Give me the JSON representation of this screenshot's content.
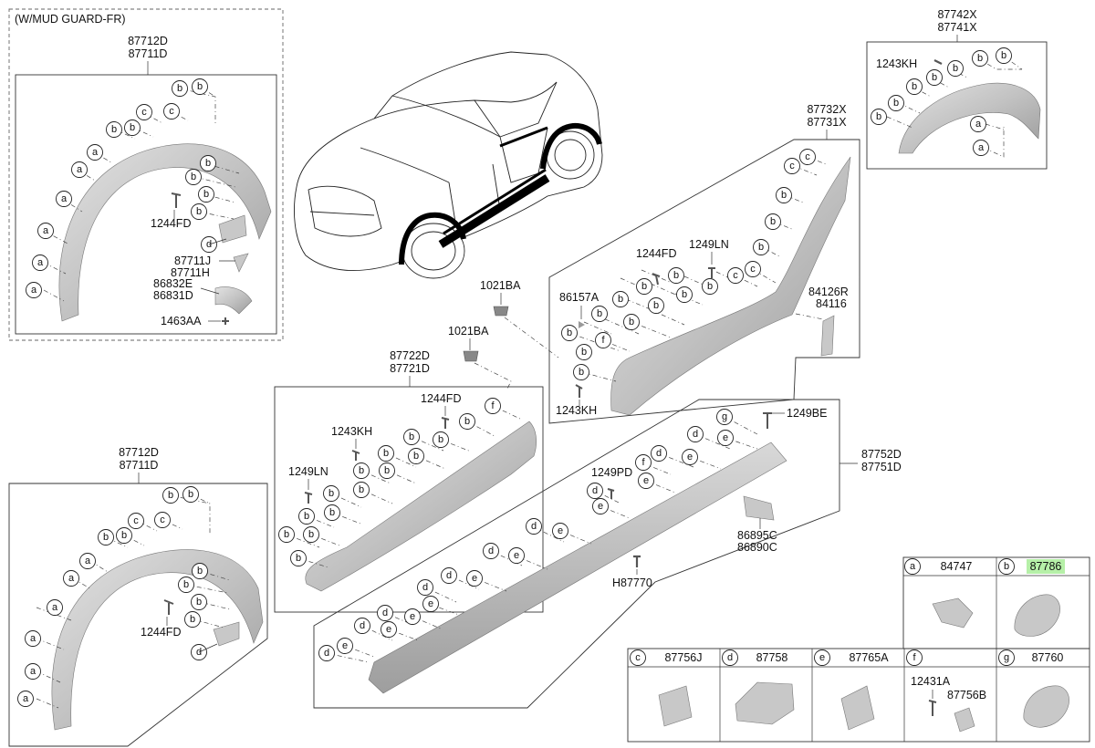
{
  "mud_guard_label": "(W/MUD GUARD-FR)",
  "parts": {
    "front_arch_top": [
      "87712D",
      "87711D"
    ],
    "front_arch_bottom": [
      "87712D",
      "87711D"
    ],
    "rear_arch": [
      "87742X",
      "87741X"
    ],
    "rear_door": [
      "87732X",
      "87731X"
    ],
    "front_door": [
      "87722D",
      "87721D"
    ],
    "side_sill": [
      "87752D",
      "87751D"
    ],
    "mud_guard_bracket": [
      "87711J",
      "87711H"
    ],
    "mud_guard": [
      "86832E",
      "86831D"
    ],
    "emblem_bracket": [
      "84126R",
      "84116"
    ],
    "sill_bracket": [
      "86895C",
      "86890C"
    ]
  },
  "fasteners": {
    "f1244fd_a": "1244FD",
    "f1244fd_b": "1244FD",
    "f1244fd_c": "1244FD",
    "f1244fd_d": "1244FD",
    "f1463aa": "1463AA",
    "f1243kh_a": "1243KH",
    "f1243kh_b": "1243KH",
    "f1243kh_c": "1243KH",
    "f1249ln_a": "1249LN",
    "f1249ln_b": "1249LN",
    "f1249pd": "1249PD",
    "f1249be": "1249BE",
    "f1021ba_a": "1021BA",
    "f1021ba_b": "1021BA",
    "f86157a": "86157A",
    "fh87770": "H87770"
  },
  "legend": [
    {
      "letter": "a",
      "part": "84747",
      "highlight": false
    },
    {
      "letter": "b",
      "part": "87786",
      "highlight": true
    },
    {
      "letter": "c",
      "part": "87756J",
      "highlight": false
    },
    {
      "letter": "d",
      "part": "87758",
      "highlight": false
    },
    {
      "letter": "e",
      "part": "87765A",
      "highlight": false
    },
    {
      "letter": "f",
      "part": "",
      "highlight": false
    },
    {
      "letter": "g",
      "part": "87760",
      "highlight": false
    }
  ],
  "legend_f_parts": [
    "12431A",
    "87756B"
  ],
  "highlight_color": "#b6f0a8"
}
